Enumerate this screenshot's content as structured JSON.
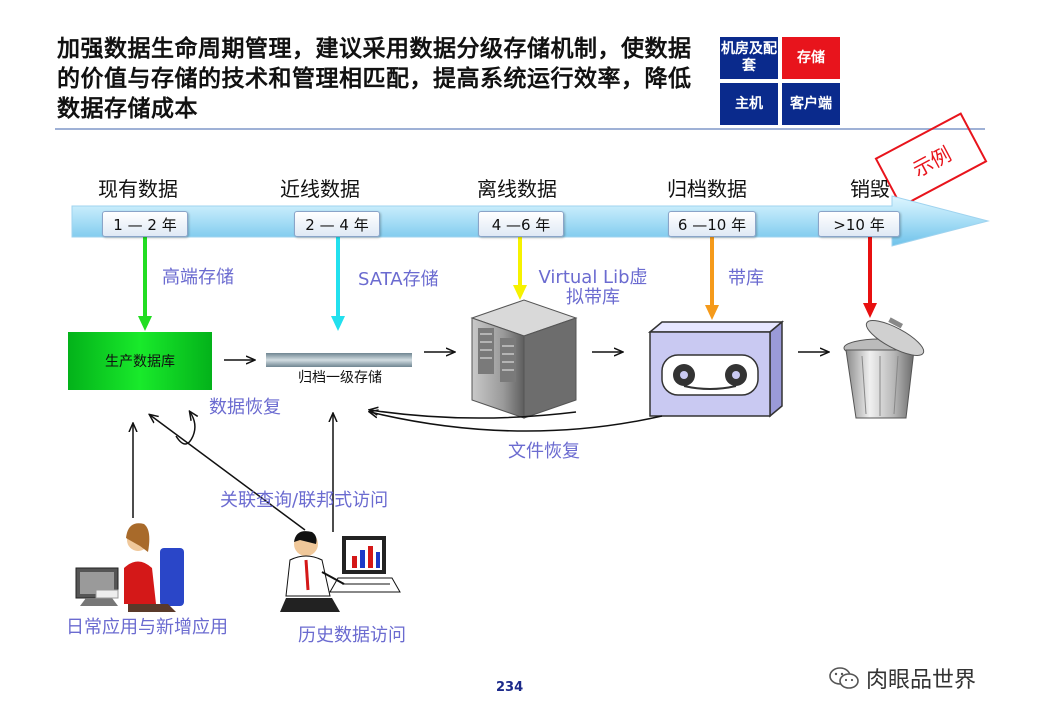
{
  "header": {
    "title_lines": [
      "加强数据生命周期管理，建议采用数据分级存储机制，使数据",
      "的价值与存储的技术和管理相匹配，提高系统运行效率，降低",
      "数据存储成本"
    ]
  },
  "category_grid": {
    "machine_room": "机房及配套",
    "storage": "存储",
    "host": "主机",
    "client": "客户端"
  },
  "stamp_label": "示例",
  "timeline": [
    {
      "stage": "现有数据",
      "period": "1 — 2 年",
      "storage": "高端存储"
    },
    {
      "stage": "近线数据",
      "period": "2 — 4 年",
      "storage": "SATA存储"
    },
    {
      "stage": "离线数据",
      "period": "4 —6 年",
      "storage": "Virtual Lib虚拟带库"
    },
    {
      "stage": "归档数据",
      "period": "6 —10 年",
      "storage": "带库"
    },
    {
      "stage": "销毁",
      "period": ">10 年"
    }
  ],
  "flow": {
    "production_db": "生产数据库",
    "archive_storage": "归档一级存储",
    "data_recovery": "数据恢复",
    "file_recovery": "文件恢复",
    "federated_access": "关联查询/联邦式访问",
    "daily_apps": "日常应用与新增应用",
    "history_access": "历史数据访问"
  },
  "colors": {
    "grid_blue": "#0a2a8c",
    "grid_red": "#e8141c",
    "arrow_green": "#22dd22",
    "arrow_cyan": "#22e0ee",
    "arrow_yellow": "#f6f200",
    "arrow_orange": "#f59a1a",
    "arrow_red": "#e81010",
    "label_purple": "#6b6bd0"
  },
  "page_number": "234",
  "watermark": "肉眼品世界"
}
